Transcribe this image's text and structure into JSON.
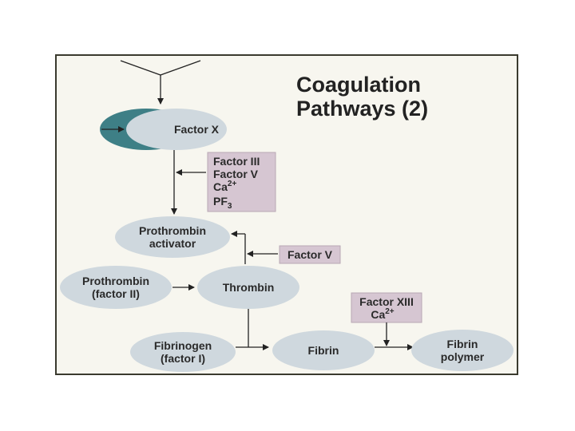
{
  "title": {
    "line1": "Coagulation",
    "line2": "Pathways (2)"
  },
  "nodes": {
    "factor_x": "Factor X",
    "prothrombin_activator": {
      "line1": "Prothrombin",
      "line2": "activator"
    },
    "prothrombin": {
      "line1": "Prothrombin",
      "line2": "(factor II)"
    },
    "thrombin": "Thrombin",
    "fibrinogen": {
      "line1": "Fibrinogen",
      "line2": "(factor I)"
    },
    "fibrin": "Fibrin",
    "fibrin_polymer": {
      "line1": "Fibrin",
      "line2": "polymer"
    }
  },
  "cofactors": {
    "box1": {
      "line1": "Factor III",
      "line2": "Factor V",
      "line3": "Ca",
      "line3_sup": "2+",
      "line4": "PF",
      "line4_sub": "3"
    },
    "box2": "Factor V",
    "box3": {
      "line1": "Factor XIII",
      "line2": "Ca",
      "line2_sup": "2+"
    }
  },
  "colors": {
    "ellipse_fill": "#cfd8de",
    "factor_x_accent": "#3e7f86",
    "cofactor_box": "#d6c6d2",
    "background": "#f7f6ef"
  }
}
